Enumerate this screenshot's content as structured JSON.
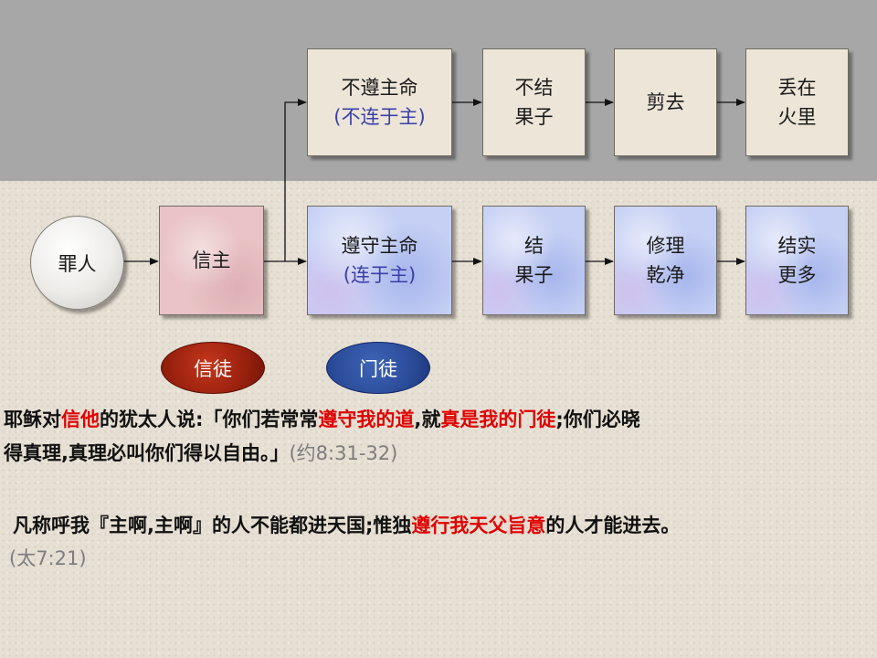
{
  "nodes": {
    "sinner": "罪人",
    "believe": "信主",
    "disobey": {
      "line1": "不遵主命",
      "line2": "(不连于主)"
    },
    "no_fruit": {
      "line1": "不结",
      "line2": "果子"
    },
    "cut": "剪去",
    "fire": {
      "line1": "丢在",
      "line2": "火里"
    },
    "obey": {
      "line1": "遵守主命",
      "line2": "(连于主)"
    },
    "fruit": {
      "line1": "结",
      "line2": "果子"
    },
    "prune": {
      "line1": "修理",
      "line2": "乾净"
    },
    "more_fruit": {
      "line1": "结实",
      "line2": "更多"
    }
  },
  "badges": {
    "believer": "信徒",
    "disciple": "门徒"
  },
  "verse1": {
    "line1": {
      "a": "耶稣对",
      "b": "信他",
      "c": "的犹太人说:「你们若常常",
      "d": "遵守我的道",
      "e": ",就",
      "f": "真是我的门徒",
      "g": ";你们必晓"
    },
    "line2": {
      "a": "得真理,真理必叫你们得以自由。」",
      "ref": "(约8:31-32)"
    }
  },
  "verse2": {
    "line1": {
      "a": "凡称呼我『主啊,主啊』的人不能都进天国;惟独",
      "b": "遵行我天父旨意",
      "c": "的人才能进去。"
    },
    "ref": "(太7:21)"
  },
  "colors": {
    "emphasis": "#e00000",
    "top_band": "#a7a7a7",
    "disciple": "#2b4c9a",
    "believer": "#9d220f"
  }
}
